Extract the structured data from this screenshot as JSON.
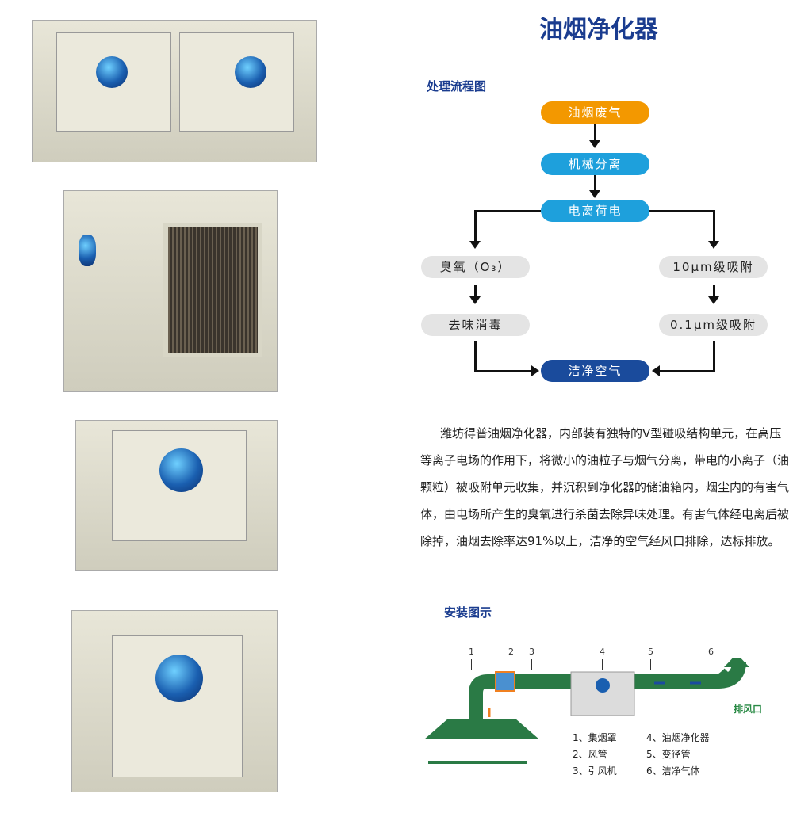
{
  "title": "油烟净化器",
  "flow": {
    "heading": "处理流程图",
    "steps": [
      "油烟废气",
      "机械分离",
      "电离荷电"
    ],
    "left": [
      "臭氧（O₃）",
      "去味消毒"
    ],
    "right": [
      "10μm级吸附",
      "0.1μm级吸附"
    ],
    "end": "洁净空气",
    "colors": {
      "orange": "#f39800",
      "cyan": "#1ea0dc",
      "navy": "#1a4b9c",
      "grey": "#e4e4e4"
    }
  },
  "description": "潍坊得普油烟净化器，内部装有独特的V型碰吸结构单元，在高压等离子电场的作用下，将微小的油粒子与烟气分离，带电的小离子（油颗粒）被吸附单元收集，并沉积到净化器的储油箱内，烟尘内的有害气体，由电场所产生的臭氧进行杀菌去除异味处理。有害气体经电离后被除掉，油烟去除率达91%以上，洁净的空气经风口排除，达标排放。",
  "install": {
    "heading": "安装图示",
    "numbers": [
      "1",
      "2",
      "3",
      "4",
      "5",
      "6"
    ],
    "outlet": "排风口",
    "legend": [
      "1、集烟罩",
      "2、风管",
      "3、引风机",
      "4、油烟净化器",
      "5、变径管",
      "6、洁净气体"
    ]
  }
}
